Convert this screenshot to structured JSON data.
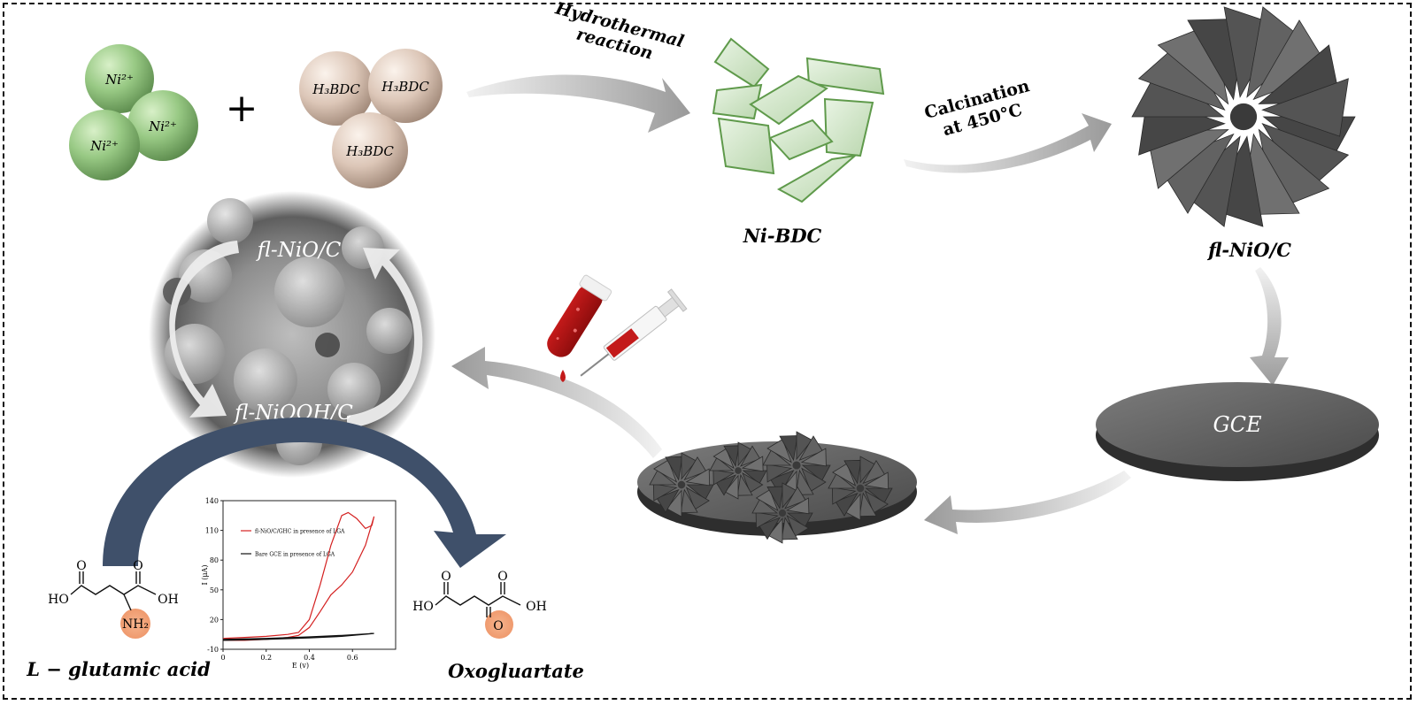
{
  "precursors": {
    "nickel_ion": "Ni²⁺",
    "linker": "H₃BDC",
    "plus": "+"
  },
  "steps": {
    "hydrothermal": [
      "Hydrothermal",
      "reaction"
    ],
    "calcination": [
      "Calcination",
      "at 450°C"
    ]
  },
  "products": {
    "mof": "Ni-BDC",
    "oxide": "fl-NiO/C",
    "electrode": "GCE"
  },
  "sem_cycle": {
    "top": "fl-NiO/C",
    "bottom": "fl-NiOOH/C"
  },
  "reaction": {
    "substrate": "L − glutamic acid",
    "product": "Oxogluartate",
    "substrate_atoms": {
      "o1": "O",
      "o2": "O",
      "ho": "HO",
      "oh": "OH",
      "nh2": "NH₂"
    },
    "product_atoms": {
      "o1": "O",
      "o2": "O",
      "ho": "HO",
      "oh": "OH",
      "ketone_o": "O"
    }
  },
  "chart_data": {
    "type": "line",
    "xlabel": "E (v)",
    "ylabel": "I (μA)",
    "xlim": [
      0,
      0.8
    ],
    "ylim": [
      -10,
      140
    ],
    "x_ticks": [
      0,
      0.2,
      0.4,
      0.6
    ],
    "x_tick_labels": [
      "0",
      "0.2",
      "0.4",
      "0.6"
    ],
    "y_ticks": [
      -10,
      20,
      50,
      80,
      110,
      140
    ],
    "y_tick_labels": [
      "-10",
      "20",
      "50",
      "80",
      "110",
      "140"
    ],
    "legend_position": "top-left",
    "series": [
      {
        "name": "fl-NiO/C/GHC in presence of LGA",
        "color": "#d42020",
        "forward": [
          [
            0,
            1
          ],
          [
            0.1,
            2
          ],
          [
            0.2,
            3
          ],
          [
            0.3,
            5
          ],
          [
            0.35,
            7
          ],
          [
            0.4,
            20
          ],
          [
            0.45,
            55
          ],
          [
            0.5,
            95
          ],
          [
            0.55,
            125
          ],
          [
            0.58,
            128
          ],
          [
            0.62,
            122
          ],
          [
            0.66,
            112
          ],
          [
            0.69,
            115
          ],
          [
            0.7,
            124
          ]
        ],
        "reverse": [
          [
            0.7,
            124
          ],
          [
            0.66,
            95
          ],
          [
            0.6,
            68
          ],
          [
            0.55,
            55
          ],
          [
            0.5,
            45
          ],
          [
            0.45,
            28
          ],
          [
            0.4,
            12
          ],
          [
            0.35,
            4
          ],
          [
            0.3,
            2
          ],
          [
            0.2,
            0
          ],
          [
            0.1,
            -1
          ],
          [
            0,
            -1
          ]
        ]
      },
      {
        "name": "Bare GCE in presence of LGA",
        "color": "#111111",
        "forward": [
          [
            0,
            0
          ],
          [
            0.2,
            1
          ],
          [
            0.4,
            2.5
          ],
          [
            0.55,
            4
          ],
          [
            0.7,
            6
          ]
        ],
        "reverse": [
          [
            0.7,
            6
          ],
          [
            0.55,
            3
          ],
          [
            0.4,
            1.5
          ],
          [
            0.2,
            0
          ],
          [
            0,
            -1
          ]
        ]
      }
    ]
  },
  "colors": {
    "nickel_sphere": "#8fc27a",
    "linker_sphere": "#ddc9bb",
    "process_arrow": "#a6a6a6",
    "curved_arrow": "#3d4f66",
    "highlight": "#f2a57c",
    "oxide_flake": "#5a5a5a",
    "mof_flake": "#cfe5c7"
  }
}
